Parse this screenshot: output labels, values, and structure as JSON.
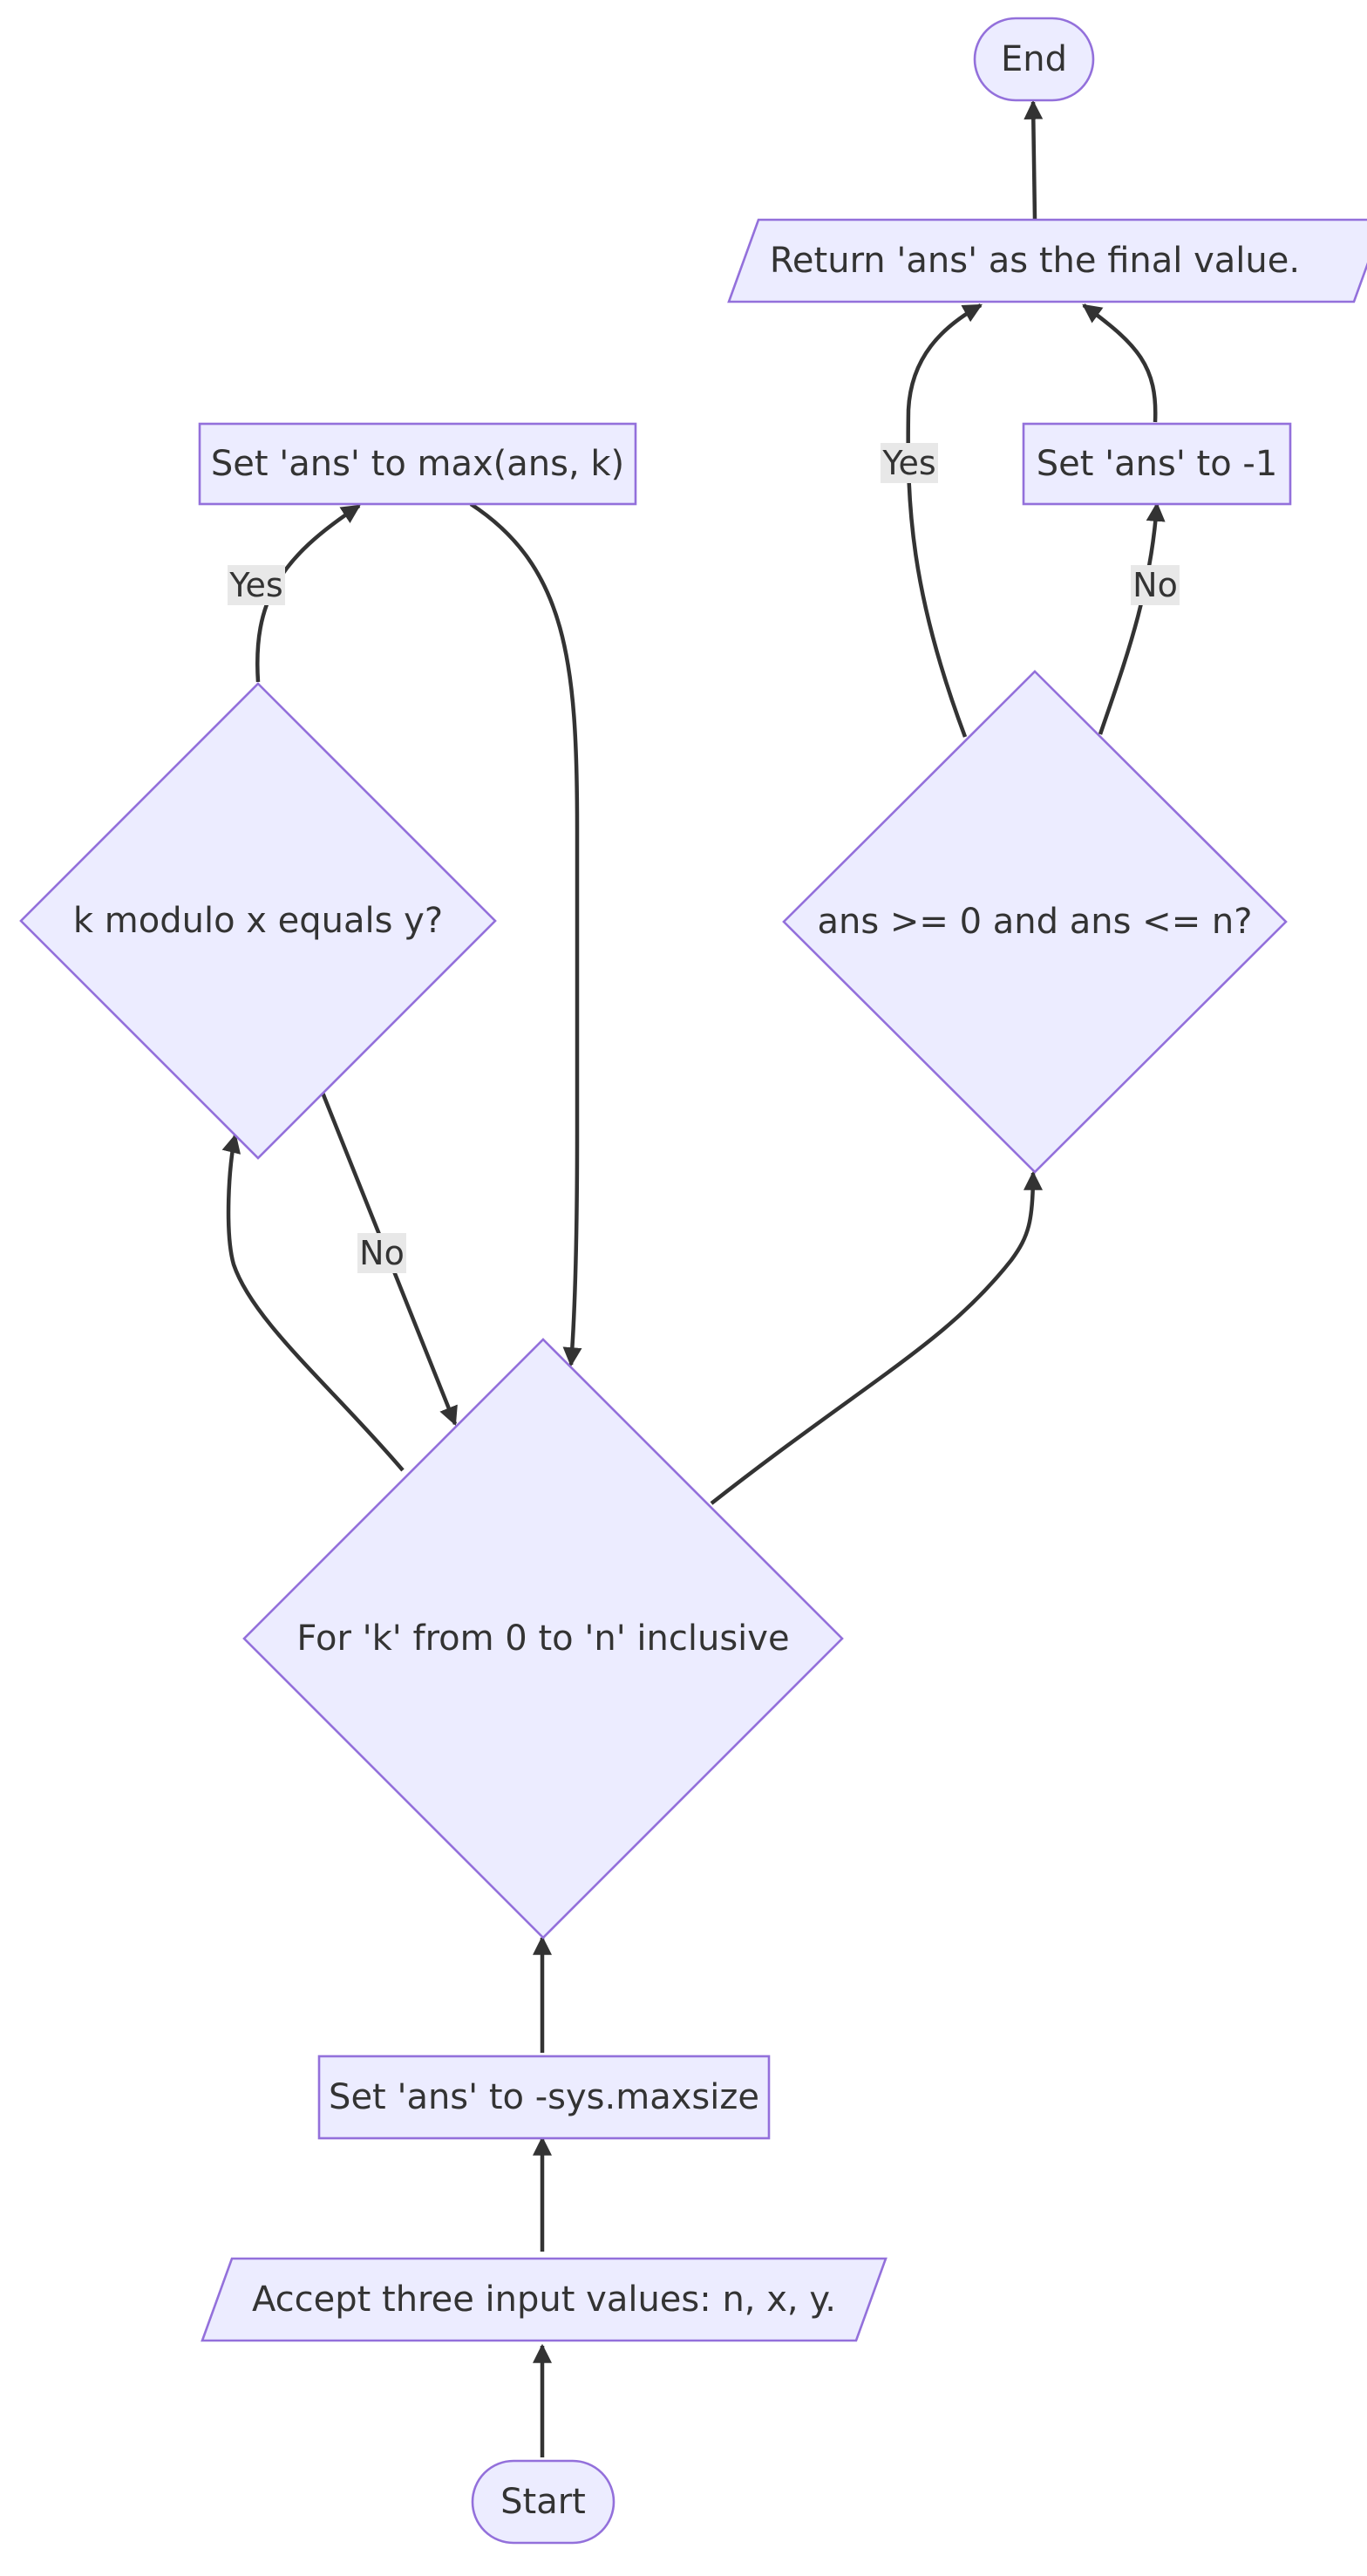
{
  "diagram": {
    "type": "flowchart",
    "nodes": {
      "end": "End",
      "return_ans": "Return 'ans' as the final value.",
      "set_ans_max": "Set 'ans' to max(ans, k)",
      "set_ans_neg1": "Set 'ans' to -1",
      "check_modulo": "k modulo x equals y?",
      "check_range": "ans >= 0 and ans <= n?",
      "loop_k": "For 'k' from 0 to 'n' inclusive",
      "init_ans": "Set 'ans' to -sys.maxsize",
      "accept_input": "Accept three input values: n, x, y.",
      "start": "Start"
    },
    "edge_labels": {
      "modulo_yes": "Yes",
      "modulo_no": "No",
      "range_yes": "Yes",
      "range_no": "No"
    },
    "colors": {
      "node_fill": "#ECECFF",
      "node_stroke": "#9370DB",
      "edge": "#333333",
      "label_bg": "#E8E8E8"
    }
  }
}
